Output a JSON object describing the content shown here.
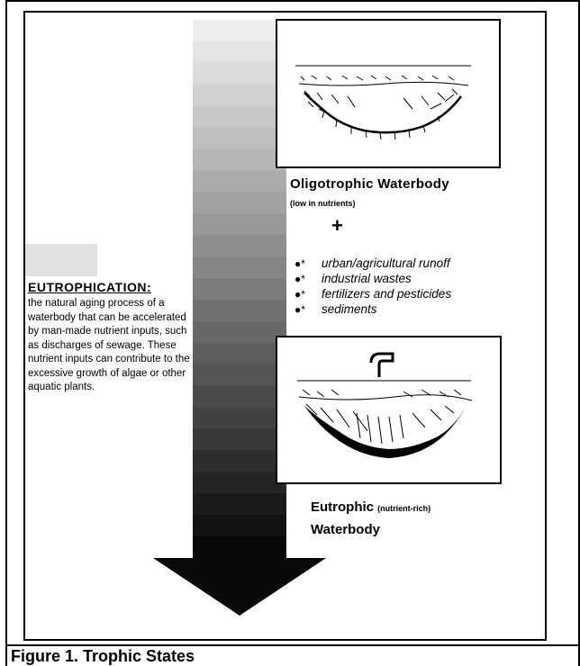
{
  "definition": {
    "title": "EUTROPHICATION:",
    "text": "the natural aging process of a waterbody that can be accelerated by man-made nutrient inputs, such as discharges of sewage. These nutrient inputs can contribute to the excessive growth of algae or other aquatic plants."
  },
  "oligotrophic": {
    "title": "Oligotrophic Waterbody",
    "subtitle": "(low in nutrients)"
  },
  "plus": "+",
  "inputs": [
    "urban/agricultural runoff",
    "industrial wastes",
    "fertilizers and pesticides",
    "sediments"
  ],
  "eutrophic": {
    "title": "Eutrophic",
    "note": "(nutrient-rich)",
    "title2": "Waterbody"
  },
  "caption": "Figure 1. Trophic States"
}
